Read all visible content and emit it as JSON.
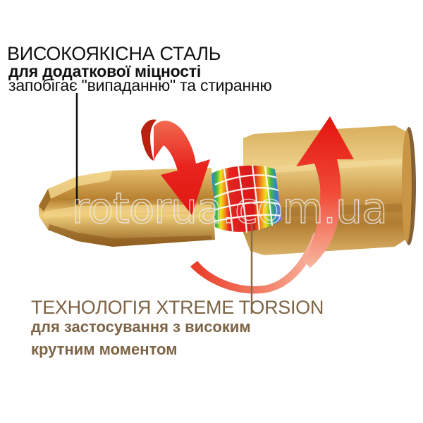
{
  "callout_top": {
    "title": "ВИСОКОЯКІСНА СТАЛЬ",
    "line1": "для додаткової міцності",
    "line2": "запобігає \"випаданню\" та стиранню"
  },
  "callout_bottom": {
    "title": "ТЕХНОЛОГІЯ XTREME TORSION",
    "line1": "для застосування з високим",
    "line2": "крутним моментом"
  },
  "watermark": "rotorua.com.ua",
  "illustration": {
    "subject": "screwdriver-bit-with-torsion-zone",
    "colors": {
      "gold_light": "#f0d38a",
      "gold_mid": "#c9953e",
      "gold_dark": "#8a5a1e",
      "arrow_red": "#e8221c",
      "arrow_light": "#f7a48a",
      "top_text": "#111111",
      "bottom_text": "#7d6446",
      "leader_top": "#111111",
      "leader_bottom": "#8a6a45"
    }
  }
}
